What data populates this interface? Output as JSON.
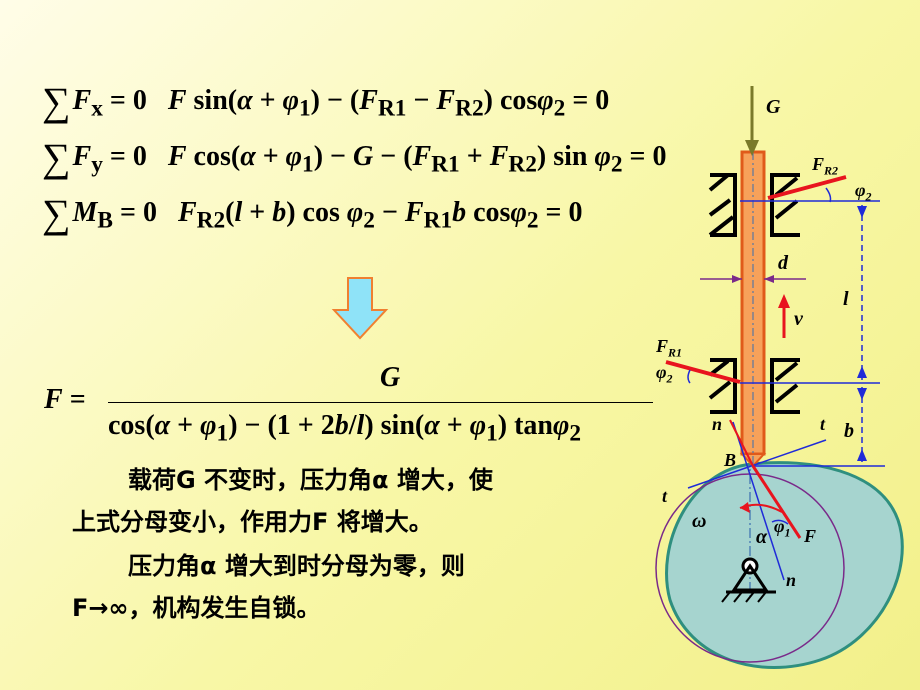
{
  "equations": {
    "eq1": "∑F x = 0   F sin(α + φ1) − (FR1 − FR2) cosφ2 = 0",
    "eq2": "∑F y = 0   F cos(α + φ1) − G − (FR1 + FR2) sin φ2 = 0",
    "eq3": "∑M B = 0   FR2(l + b) cos φ2 − FR1 b cosφ2 = 0"
  },
  "result": {
    "lhs": "F =",
    "numerator": "G",
    "denominator": "cos(α + φ1) − (1 + 2b/l) sin(α + φ1) tan φ2"
  },
  "paragraphs": {
    "p1_line1": "载荷G 不变时，压力角α  增大，使",
    "p1_line2": "上式分母变小，作用力F 将增大。",
    "p2_line1": "压力角α  增大到时分母为零，则",
    "p2_line2": "F→∞，机构发生自锁。"
  },
  "diagram_labels": {
    "G": "G",
    "FR2": "FR2",
    "phi2_top": "φ2",
    "d": "d",
    "l": "l",
    "v": "v",
    "FR1": "FR1",
    "phi2_bottom": "φ2",
    "n_top": "n",
    "t_right": "t",
    "b": "b",
    "B": "B",
    "t_left": "t",
    "omega": "ω",
    "phi1": "φ1",
    "alpha": "α",
    "F": "F",
    "n_bottom": "n"
  },
  "colors": {
    "follower": "#f7a15a",
    "follower_edge": "#e05a1a",
    "cam": "#a6d4cf",
    "cam_edge": "#2f8f7f",
    "force_red": "#e8141e",
    "dim_blue": "#1f2bd8",
    "arrow_down": "#2bb7f0"
  }
}
